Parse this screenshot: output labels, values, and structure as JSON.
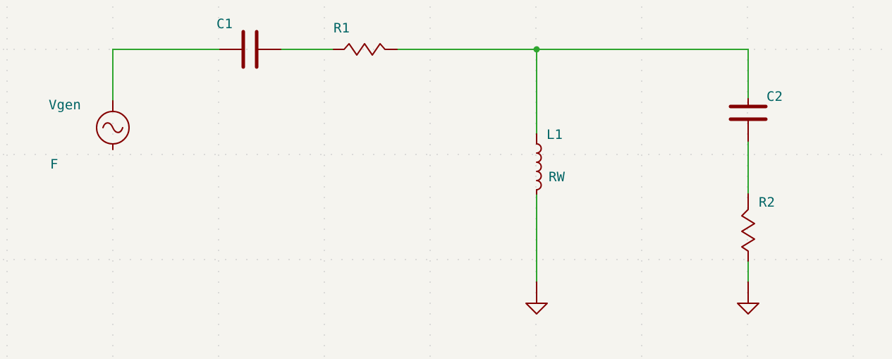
{
  "colors": {
    "background": "#f5f4ef",
    "wire": "#2fa52f",
    "symbol": "#840000",
    "label": "#006464",
    "grid": "#c8c8c8"
  },
  "components": {
    "vgen": {
      "ref": "Vgen",
      "field": "F",
      "icon": "ac-voltage-source-icon"
    },
    "c1": {
      "ref": "C1",
      "icon": "capacitor-icon"
    },
    "r1": {
      "ref": "R1",
      "icon": "resistor-icon"
    },
    "l1": {
      "ref": "L1",
      "value": "RW",
      "icon": "inductor-icon"
    },
    "c2": {
      "ref": "C2",
      "icon": "capacitor-icon"
    },
    "r2": {
      "ref": "R2",
      "icon": "resistor-icon"
    },
    "gnd1": {
      "icon": "ground-icon"
    },
    "gnd2": {
      "icon": "ground-icon"
    }
  }
}
